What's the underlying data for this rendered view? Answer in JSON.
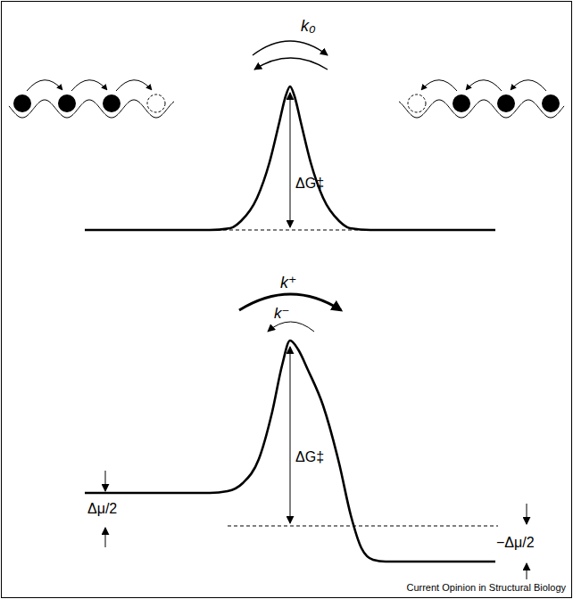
{
  "diagram": {
    "labels": [
      "k₀",
      "ΔG‡",
      "k⁺",
      "k⁻",
      "ΔG‡",
      "Δμ/2",
      "−Δμ/2",
      "Current Opinion in Structural Biology"
    ]
  }
}
